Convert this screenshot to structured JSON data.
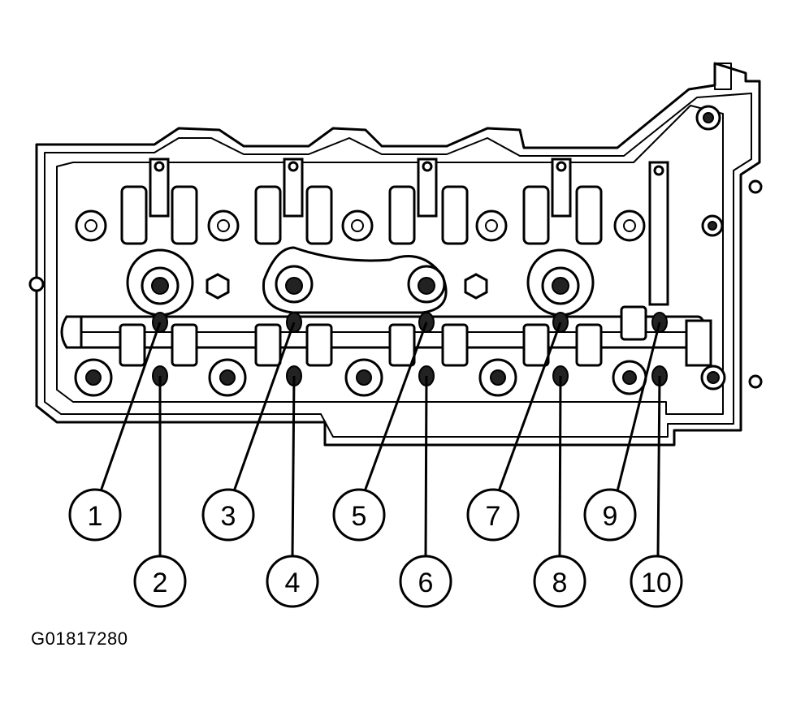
{
  "figure": {
    "id": "G01817280"
  },
  "callouts": [
    {
      "label": "1"
    },
    {
      "label": "2"
    },
    {
      "label": "3"
    },
    {
      "label": "4"
    },
    {
      "label": "5"
    },
    {
      "label": "6"
    },
    {
      "label": "7"
    },
    {
      "label": "8"
    },
    {
      "label": "9"
    },
    {
      "label": "10"
    }
  ]
}
